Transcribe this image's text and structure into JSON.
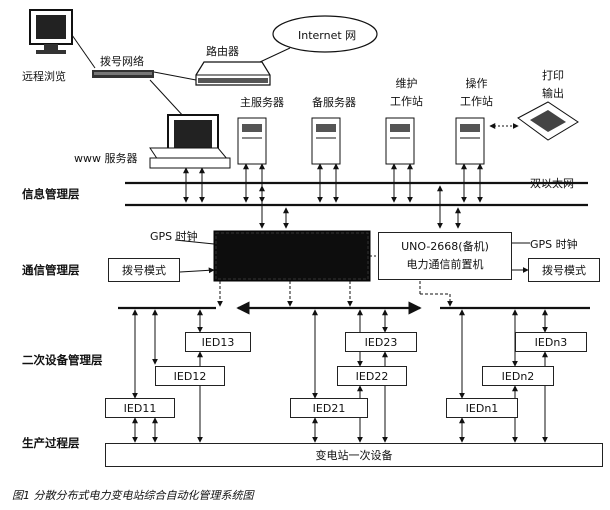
{
  "top": {
    "remote_browse": "远程浏览",
    "dial_network": "拨号网络",
    "router": "路由器",
    "internet": "Internet 网",
    "main_server": "主服务器",
    "backup_server": "备服务器",
    "maintenance_ws": "维护\n工作站",
    "operation_ws": "操作\n工作站",
    "print_output": "打印\n输出",
    "www_server": "www 服务器",
    "dual_ethernet": "双以太网"
  },
  "layers": {
    "info": "信息管理层",
    "comm": "通信管理层",
    "secondary": "二次设备管理层",
    "production": "生产过程层"
  },
  "comm": {
    "gps_left": "GPS 时钟",
    "gps_right": "GPS 时钟",
    "dial_mode_left": "拨号模式",
    "dial_mode_right": "拨号模式",
    "frontend": "UNO-2668(备机)\n电力通信前置机"
  },
  "ied": {
    "ied13": "IED13",
    "ied12": "IED12",
    "ied11": "IED11",
    "ied23": "IED23",
    "ied22": "IED22",
    "ied21": "IED21",
    "iedn3": "IEDn3",
    "iedn2": "IEDn2",
    "iedn1": "IEDn1"
  },
  "primary_equipment": "变电站一次设备",
  "caption": "图1   分散分布式电力变电站综合自动化管理系统图"
}
